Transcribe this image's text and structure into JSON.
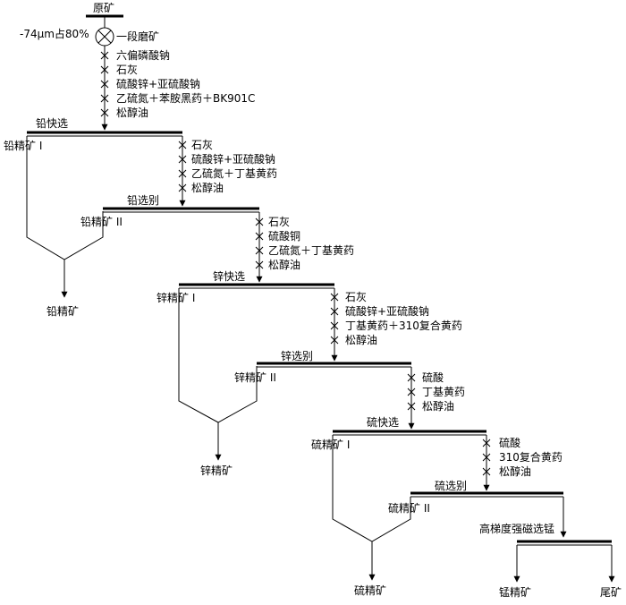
{
  "feed": "原矿",
  "grind_spec": "-74μm占80%",
  "stage1_grinding": "一段磨矿",
  "reagents": {
    "pb_rough": [
      "六偏磷酸钠",
      "石灰",
      "硫酸锌+亚硫酸钠",
      "乙硫氮＋苯胺黑药＋BK901C",
      "松醇油"
    ],
    "pb_clean": [
      "石灰",
      "硫酸锌+亚硫酸钠",
      "乙硫氮＋丁基黄药",
      "松醇油"
    ],
    "zn_rough": [
      "石灰",
      "硫酸铜",
      "乙硫氮＋丁基黄药",
      "松醇油"
    ],
    "zn_clean": [
      "石灰",
      "硫酸锌+亚硫酸钠",
      "丁基黄药＋310复合黄药",
      "松醇油"
    ],
    "s_rough": [
      "硫酸",
      "丁基黄药",
      "松醇油"
    ],
    "s_clean": [
      "硫酸",
      "310复合黄药",
      "松醇油"
    ]
  },
  "stages": {
    "pb_rough": "铅快选",
    "pb_clean": "铅选别",
    "zn_rough": "锌快选",
    "zn_clean": "锌选别",
    "s_rough": "硫快选",
    "s_clean": "硫选别",
    "mag": "高梯度强磁选锰"
  },
  "concentrates": {
    "pb1": "铅精矿 I",
    "pb2": "铅精矿 II",
    "zn1": "锌精矿 I",
    "zn2": "锌精矿 II",
    "s1": "硫精矿 I",
    "s2": "硫精矿 II"
  },
  "products": {
    "pb": "铅精矿",
    "zn": "锌精矿",
    "s": "硫精矿",
    "mn": "锰精矿",
    "tail": "尾矿"
  }
}
